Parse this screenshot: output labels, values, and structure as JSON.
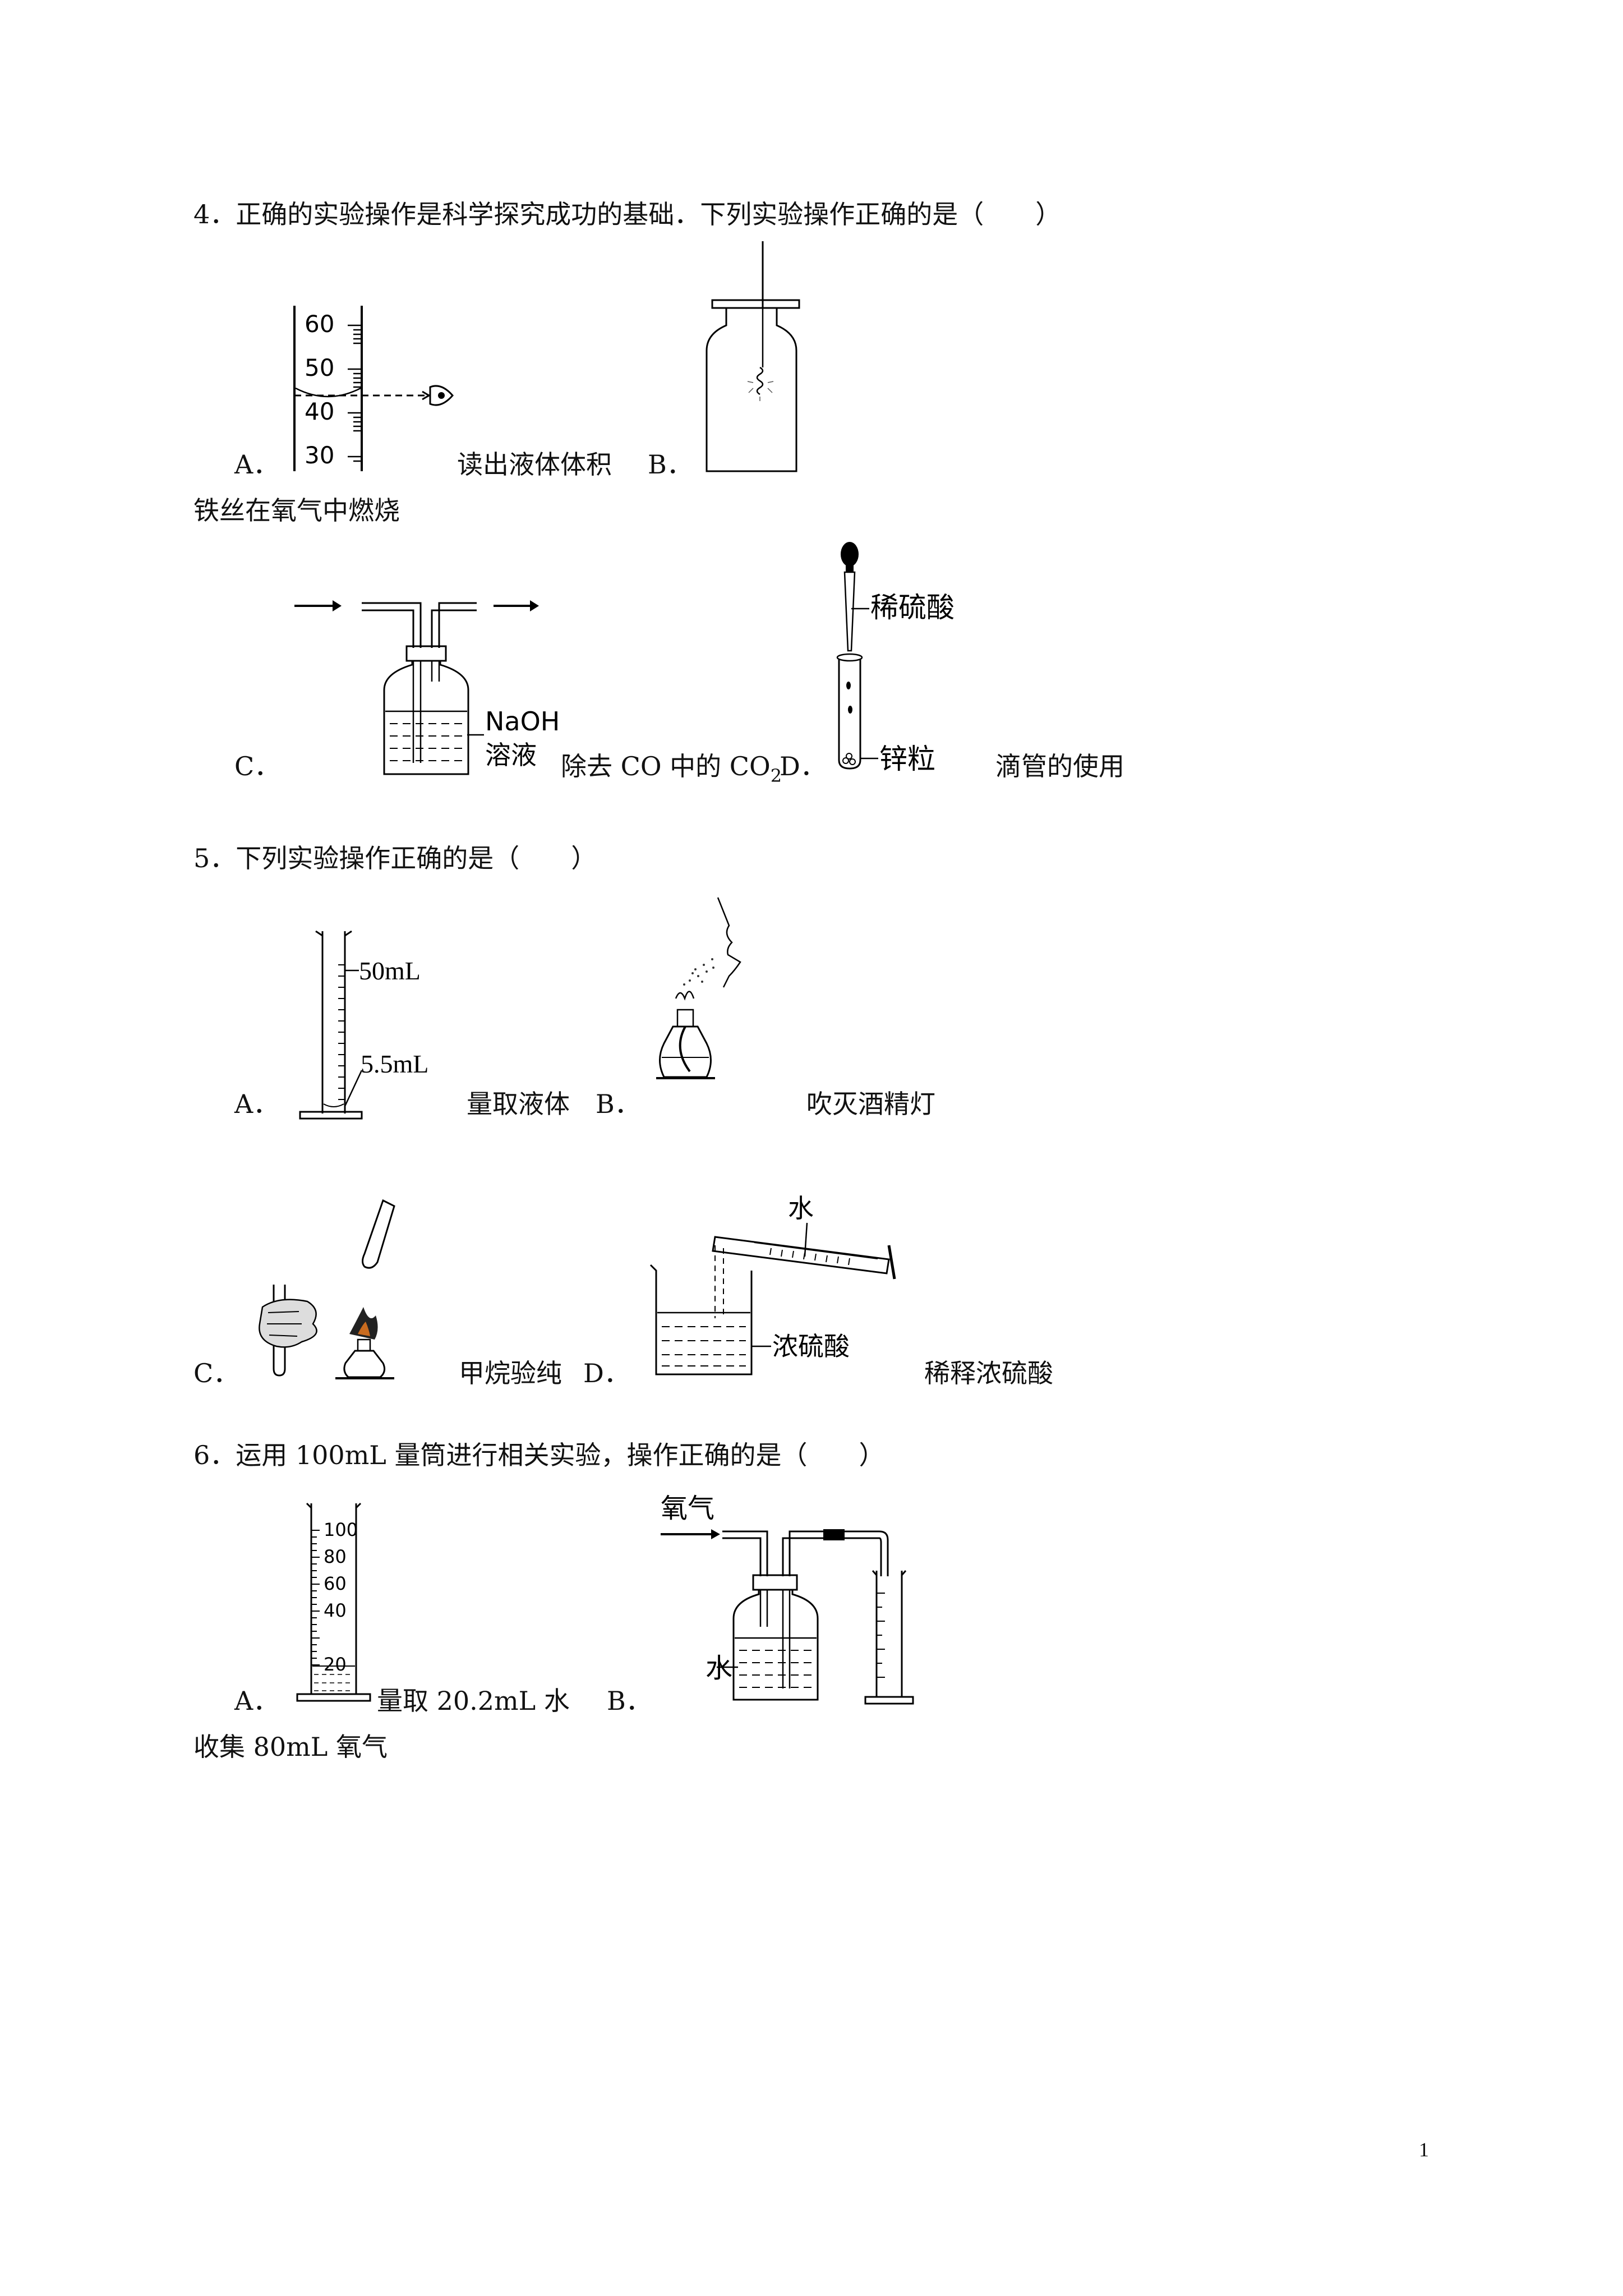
{
  "questions": [
    {
      "number": "4",
      "stem": "4．正确的实验操作是科学探究成功的基础．下列实验操作正确的是（　　）",
      "options": [
        {
          "letter": "A．",
          "caption": "读出液体体积",
          "figure": "graduated-cylinder-reading",
          "labels": [
            "60",
            "50",
            "40",
            "30"
          ]
        },
        {
          "letter": "B．",
          "caption": "铁丝在氧气中燃烧",
          "figure": "iron-wire-burning-in-bottle"
        },
        {
          "letter": "C．",
          "caption_pre": "除去 CO 中的 CO",
          "caption_sub": "2",
          "figure": "gas-washing-bottle-naoh",
          "labels": [
            "NaOH",
            "溶液"
          ]
        },
        {
          "letter": "D．",
          "caption": "滴管的使用",
          "figure": "dropper-over-test-tube",
          "labels": [
            "稀硫酸",
            "锌粒"
          ]
        }
      ]
    },
    {
      "number": "5",
      "stem": "5．下列实验操作正确的是（　　）",
      "options": [
        {
          "letter": "A．",
          "caption": "量取液体",
          "figure": "measuring-cylinder-50ml",
          "labels": [
            "50mL",
            "5.5mL"
          ]
        },
        {
          "letter": "B．",
          "caption": "吹灭酒精灯",
          "figure": "blowing-out-alcohol-lamp"
        },
        {
          "letter": "C．",
          "caption": "甲烷验纯",
          "figure": "methane-purity-test"
        },
        {
          "letter": "D．",
          "caption": "稀释浓硫酸",
          "figure": "diluting-sulfuric-acid",
          "labels": [
            "水",
            "浓硫酸"
          ]
        }
      ]
    },
    {
      "number": "6",
      "stem": "6．运用 100mL 量筒进行相关实验，操作正确的是（　　）",
      "options": [
        {
          "letter": "A．",
          "caption": "量取 20.2mL 水",
          "figure": "100ml-cylinder",
          "labels": [
            "100",
            "80",
            "60",
            "40",
            "20"
          ]
        },
        {
          "letter": "B．",
          "caption": "收集 80mL 氧气",
          "figure": "oxygen-collection-setup",
          "labels": [
            "氧气",
            "水"
          ]
        }
      ]
    }
  ],
  "page_number": "1"
}
